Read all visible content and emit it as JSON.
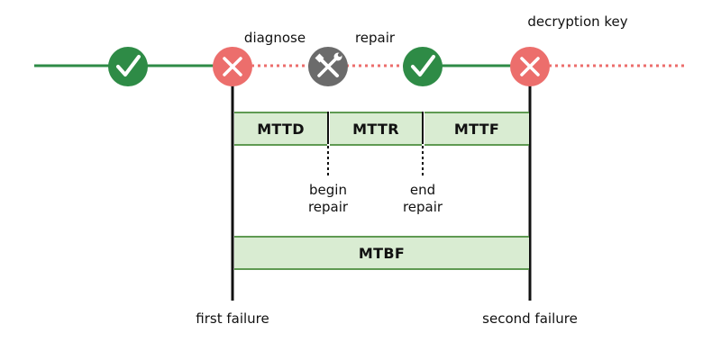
{
  "labels": {
    "diagnose": "diagnose",
    "repair": "repair",
    "decryption_key": "decryption key",
    "begin_repair": "begin\nrepair",
    "end_repair": "end\nrepair",
    "first_failure": "first failure",
    "second_failure": "second failure"
  },
  "segments": {
    "mttd": "MTTD",
    "mttr": "MTTR",
    "mttf": "MTTF",
    "mtbf": "MTBF"
  },
  "icons": [
    "check-icon",
    "cross-icon",
    "wrench-screwdriver-icon",
    "check-icon",
    "cross-icon"
  ],
  "colors": {
    "up": "#2e8b46",
    "down": "#ec6e6c",
    "diagnose": "#6b6b6b",
    "box_fill": "#d9ecd2",
    "box_border": "#5f9a52",
    "line": "#111111"
  }
}
